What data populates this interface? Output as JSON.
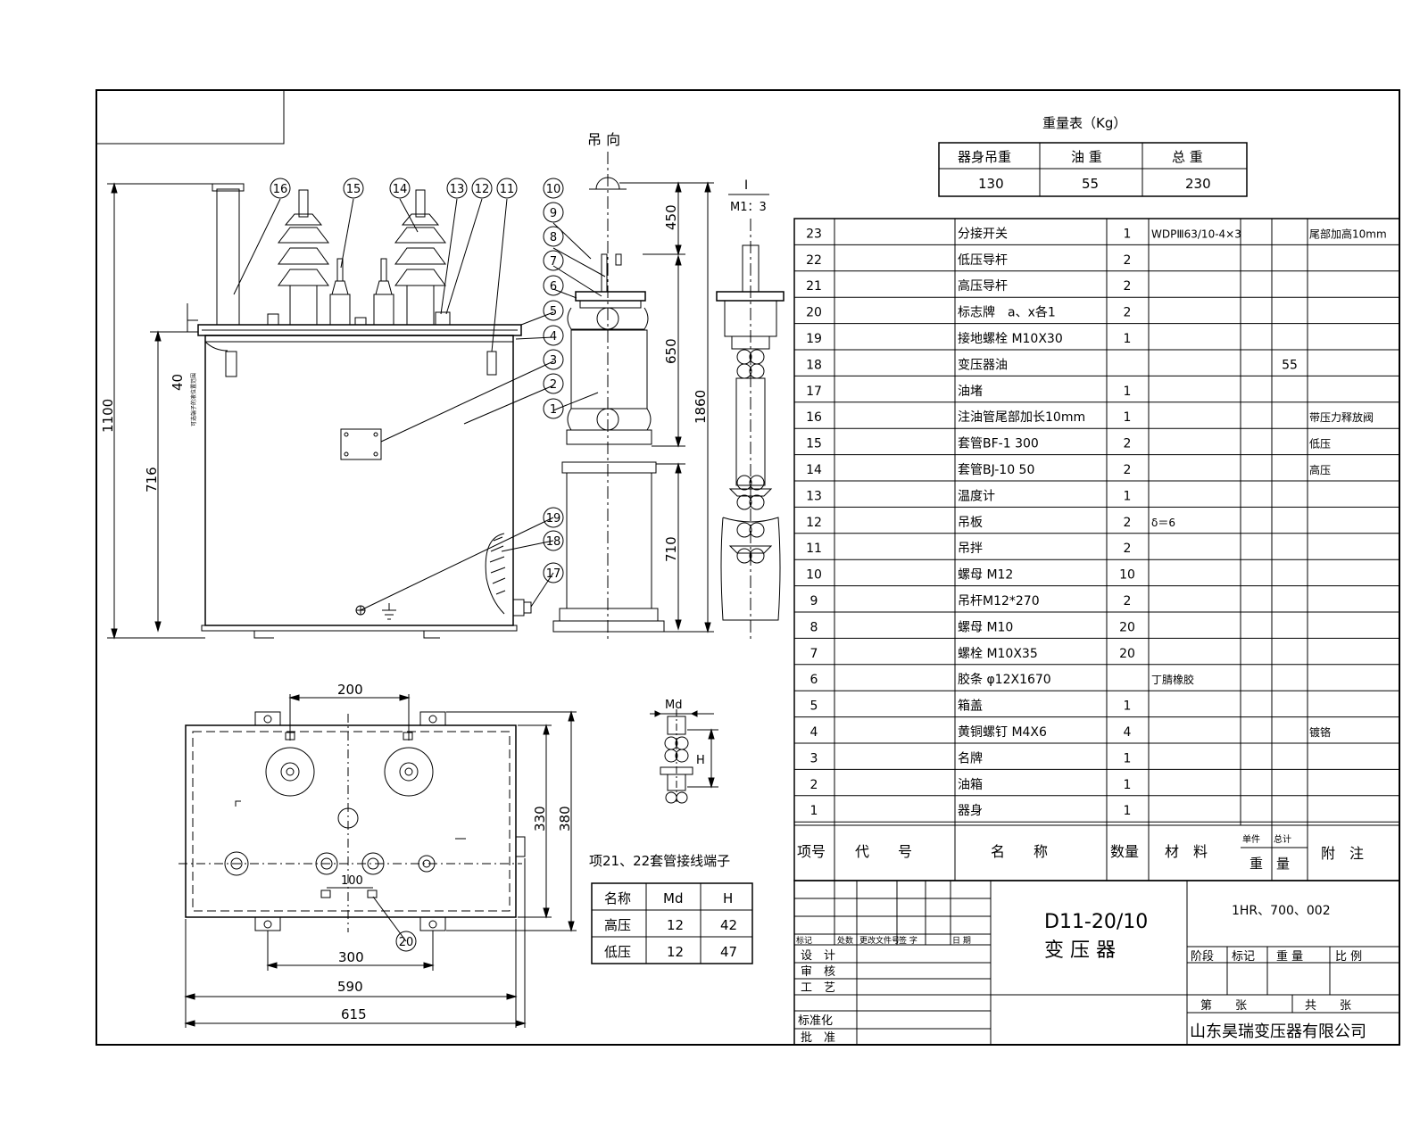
{
  "weight_table": {
    "title": "重量表（Kg）",
    "headers": [
      "器身吊重",
      "油 重",
      "总 重"
    ],
    "values": [
      "130",
      "55",
      "230"
    ]
  },
  "lift_label": "吊 向",
  "section_label": {
    "num": "I",
    "scale": "M1：3"
  },
  "dims_front": [
    "1100",
    "716",
    "40",
    "可选端子的液位置范围"
  ],
  "dims_side": [
    "450",
    "650",
    "710",
    "1860"
  ],
  "dims_top": [
    "200",
    "330",
    "380",
    "100",
    "300",
    "590",
    "615"
  ],
  "callouts": [
    "16",
    "15",
    "14",
    "13",
    "12",
    "11",
    "10",
    "9",
    "8",
    "7",
    "6",
    "5",
    "4",
    "3",
    "2",
    "1",
    "19",
    "18",
    "17",
    "20"
  ],
  "terminal": {
    "title": "项21、22套管接线端子",
    "md": "Md",
    "h": "H",
    "headers": [
      "名称",
      "Md",
      "H"
    ],
    "rows": [
      [
        "高压",
        "12",
        "42"
      ],
      [
        "低压",
        "12",
        "47"
      ]
    ]
  },
  "parts": [
    {
      "no": "23",
      "name": "分接开关",
      "qty": "1",
      "mat": "WDPⅢ63/10-4×3",
      "unit": "",
      "total": "",
      "note": "尾部加高10mm"
    },
    {
      "no": "22",
      "name": "低压导杆",
      "qty": "2",
      "mat": "",
      "unit": "",
      "total": "",
      "note": ""
    },
    {
      "no": "21",
      "name": "高压导杆",
      "qty": "2",
      "mat": "",
      "unit": "",
      "total": "",
      "note": ""
    },
    {
      "no": "20",
      "name": "标志牌　a、x各1",
      "qty": "2",
      "mat": "",
      "unit": "",
      "total": "",
      "note": ""
    },
    {
      "no": "19",
      "name": "接地螺栓 M10X30",
      "qty": "1",
      "mat": "",
      "unit": "",
      "total": "",
      "note": ""
    },
    {
      "no": "18",
      "name": "变压器油",
      "qty": "",
      "mat": "",
      "unit": "",
      "total": "55",
      "note": ""
    },
    {
      "no": "17",
      "name": "油堵",
      "qty": "1",
      "mat": "",
      "unit": "",
      "total": "",
      "note": ""
    },
    {
      "no": "16",
      "name": "注油管尾部加长10mm",
      "qty": "1",
      "mat": "",
      "unit": "",
      "total": "",
      "note": "带压力释放阀"
    },
    {
      "no": "15",
      "name": "套管BF-1 300",
      "qty": "2",
      "mat": "",
      "unit": "",
      "total": "",
      "note": "低压"
    },
    {
      "no": "14",
      "name": "套管BJ-10 50",
      "qty": "2",
      "mat": "",
      "unit": "",
      "total": "",
      "note": "高压"
    },
    {
      "no": "13",
      "name": "温度计",
      "qty": "1",
      "mat": "",
      "unit": "",
      "total": "",
      "note": ""
    },
    {
      "no": "12",
      "name": "吊板",
      "qty": "2",
      "mat": "δ＝6",
      "unit": "",
      "total": "",
      "note": ""
    },
    {
      "no": "11",
      "name": "吊拌",
      "qty": "2",
      "mat": "",
      "unit": "",
      "total": "",
      "note": ""
    },
    {
      "no": "10",
      "name": "螺母 M12",
      "qty": "10",
      "mat": "",
      "unit": "",
      "total": "",
      "note": ""
    },
    {
      "no": "9",
      "name": "吊杆M12*270",
      "qty": "2",
      "mat": "",
      "unit": "",
      "total": "",
      "note": ""
    },
    {
      "no": "8",
      "name": "螺母 M10",
      "qty": "20",
      "mat": "",
      "unit": "",
      "total": "",
      "note": ""
    },
    {
      "no": "7",
      "name": "螺栓 M10X35",
      "qty": "20",
      "mat": "",
      "unit": "",
      "total": "",
      "note": ""
    },
    {
      "no": "6",
      "name": "胶条 φ12X1670",
      "qty": "",
      "mat": "丁腈橡胶",
      "unit": "",
      "total": "",
      "note": ""
    },
    {
      "no": "5",
      "name": "箱盖",
      "qty": "1",
      "mat": "",
      "unit": "",
      "total": "",
      "note": ""
    },
    {
      "no": "4",
      "name": "黄铜螺钉 M4X6",
      "qty": "4",
      "mat": "",
      "unit": "",
      "total": "",
      "note": "镀铬"
    },
    {
      "no": "3",
      "name": "名牌",
      "qty": "1",
      "mat": "",
      "unit": "",
      "total": "",
      "note": ""
    },
    {
      "no": "2",
      "name": "油箱",
      "qty": "1",
      "mat": "",
      "unit": "",
      "total": "",
      "note": ""
    },
    {
      "no": "1",
      "name": "器身",
      "qty": "1",
      "mat": "",
      "unit": "",
      "total": "",
      "note": ""
    }
  ],
  "parts_header": {
    "no": "项号",
    "code": "代　　号",
    "name": "名　　称",
    "qty": "数量",
    "mat": "材　料",
    "unit": "单件",
    "total": "总计",
    "weight": "重　量",
    "note": "附　注"
  },
  "title_block": {
    "model": "D11-20/10",
    "name": "变 压 器",
    "drawing_no": "1HR、700、002",
    "rev_headers": [
      "标记",
      "处数",
      "更改文件号",
      "签 字",
      "日 期"
    ],
    "roles": [
      "设　计",
      "审　核",
      "工　艺",
      "标准化",
      "批　准"
    ],
    "stage_headers": [
      "阶段",
      "标记",
      "重 量",
      "比 例"
    ],
    "sheet": [
      "第　　张",
      "共　　张"
    ],
    "company": "山东昊瑞变压器有限公司"
  }
}
